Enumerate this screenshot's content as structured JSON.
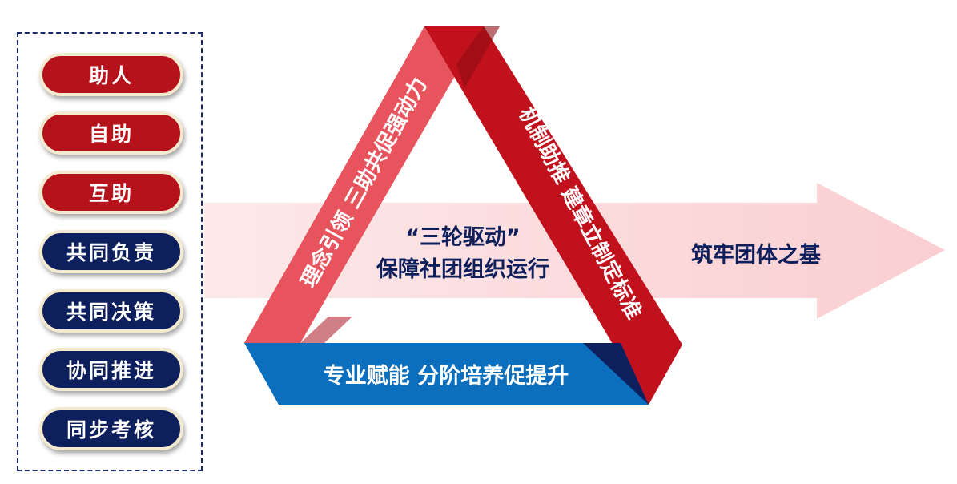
{
  "sidebar": {
    "items": [
      {
        "label": "助人",
        "color": "#b5121b"
      },
      {
        "label": "自助",
        "color": "#b5121b"
      },
      {
        "label": "互助",
        "color": "#b5121b"
      },
      {
        "label": "共同负责",
        "color": "#0d1f5c"
      },
      {
        "label": "共同决策",
        "color": "#0d1f5c"
      },
      {
        "label": "协同推进",
        "color": "#0d1f5c"
      },
      {
        "label": "同步考核",
        "color": "#0d1f5c"
      }
    ]
  },
  "triangle": {
    "left_side": "理念引领  三助共促强动力",
    "right_side": "机制助推  建章立制定标准",
    "bottom_side": "专业赋能  分阶培养促提升",
    "center_line1": "“三轮驱动”",
    "center_line2": "保障社团组织运行"
  },
  "arrow": {
    "label": "筑牢团体之基"
  },
  "colors": {
    "red": "#b5121b",
    "salmon": "#e8545d",
    "dark_red": "#9b0f16",
    "blue": "#0b6fbe",
    "navy": "#0d1f5c",
    "arrow_pink": "#fbd9db"
  }
}
